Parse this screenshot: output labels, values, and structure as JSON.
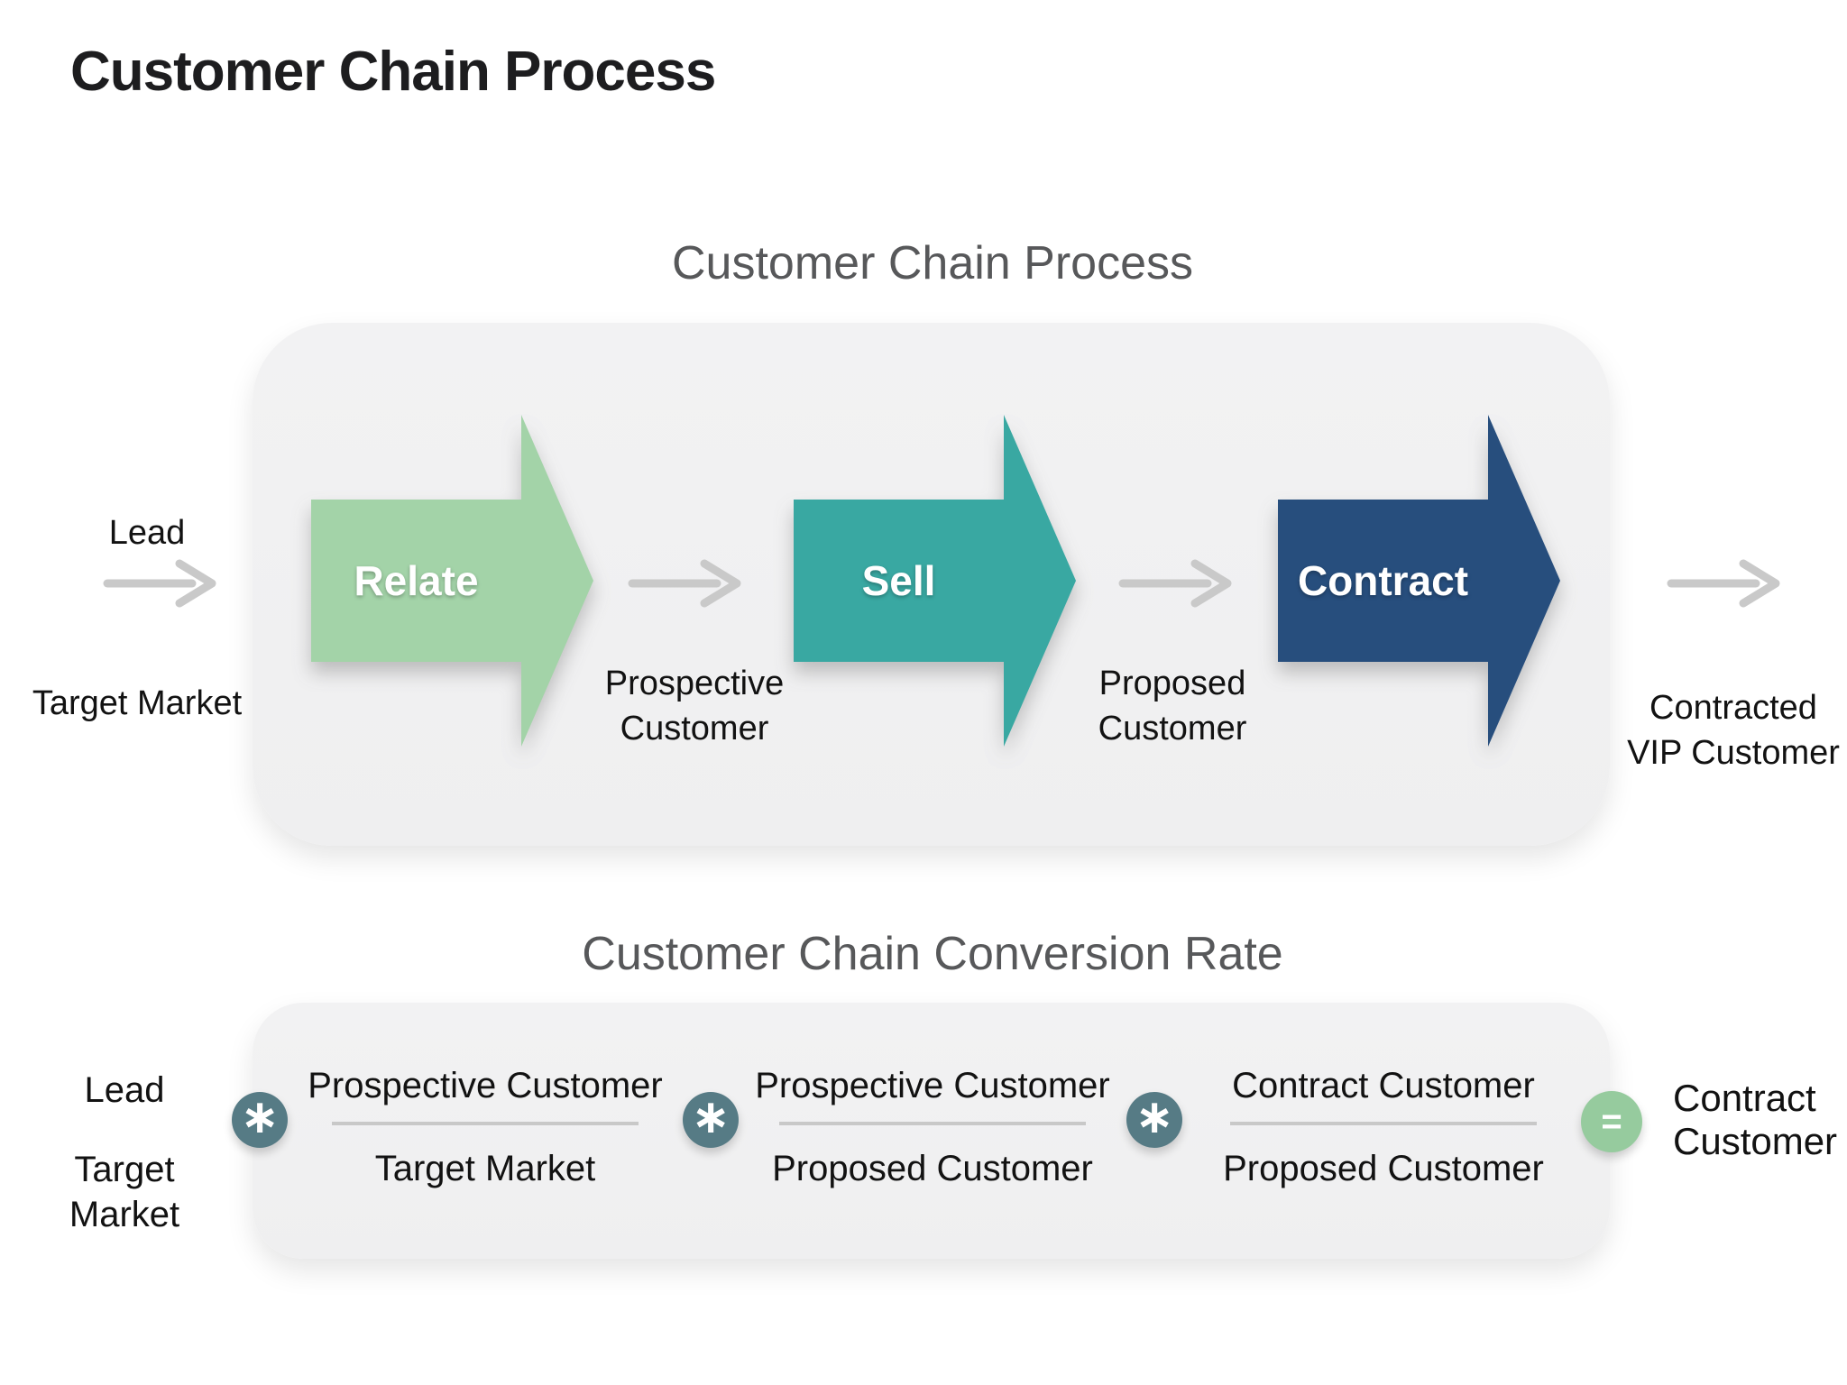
{
  "page": {
    "title": "Customer Chain Process"
  },
  "process_section": {
    "title": "Customer Chain Process",
    "stages": [
      {
        "label": "Relate",
        "color": "#a3d3a8"
      },
      {
        "label": "Sell",
        "color": "#39a8a2"
      },
      {
        "label": "Contract",
        "color": "#274e7d"
      }
    ],
    "labels": {
      "lead": "Lead",
      "target_market": "Target Market",
      "prospective_customer": {
        "line1": "Prospective",
        "line2": "Customer"
      },
      "proposed_customer": {
        "line1": "Proposed",
        "line2": "Customer"
      },
      "contracted_vip": {
        "line1": "Contracted",
        "line2": "VIP Customer"
      }
    }
  },
  "conversion_section": {
    "title": "Customer Chain Conversion Rate",
    "lead_label": {
      "line1": "Lead",
      "line2": "Target",
      "line3": "Market"
    },
    "fractions": [
      {
        "numerator": "Prospective Customer",
        "denominator": "Target Market"
      },
      {
        "numerator": "Prospective Customer",
        "denominator": "Proposed Customer"
      },
      {
        "numerator": "Contract Customer",
        "denominator": "Proposed Customer"
      }
    ],
    "multiply_symbol": "∗",
    "equals_symbol": "=",
    "multiply_circle_color": "#567b85",
    "equals_circle_color": "#96cb9e",
    "result_label": {
      "line1": "Contract",
      "line2": "Customer"
    }
  },
  "colors": {
    "panel_gray": "#f0f0f1",
    "connector_gray": "#c9c9c9"
  }
}
